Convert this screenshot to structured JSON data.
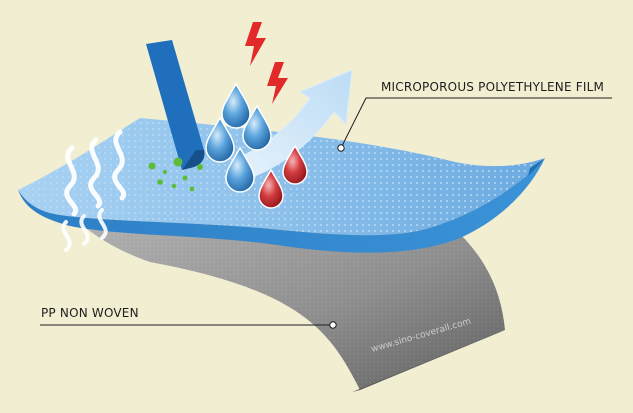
{
  "labels": {
    "film": "MICROPOROUS POLYETHYLENE FILM",
    "nonwoven": "PP NON WOVEN"
  },
  "watermark": "www.sino-coverall.com",
  "colors": {
    "background": "#f1eed2",
    "film_top": "#8fc0ea",
    "film_edge": "#2f82c8",
    "nonwoven_top": "#9a9a9a",
    "nonwoven_edge": "#6c6c6c",
    "blue_arrow": "#1f6fbd",
    "light_arrow": "#cfe6f8",
    "lightning": "#e22a2a",
    "water_drop": "#2b7fc4",
    "blood_drop": "#c0262c",
    "vapor": "#ffffff",
    "particles": "#5dbb3a"
  },
  "icons": [
    "lightning-icon",
    "water-drop-icon",
    "blood-drop-icon",
    "vapor-wave-icon",
    "particle-icon",
    "arrow-icon"
  ]
}
